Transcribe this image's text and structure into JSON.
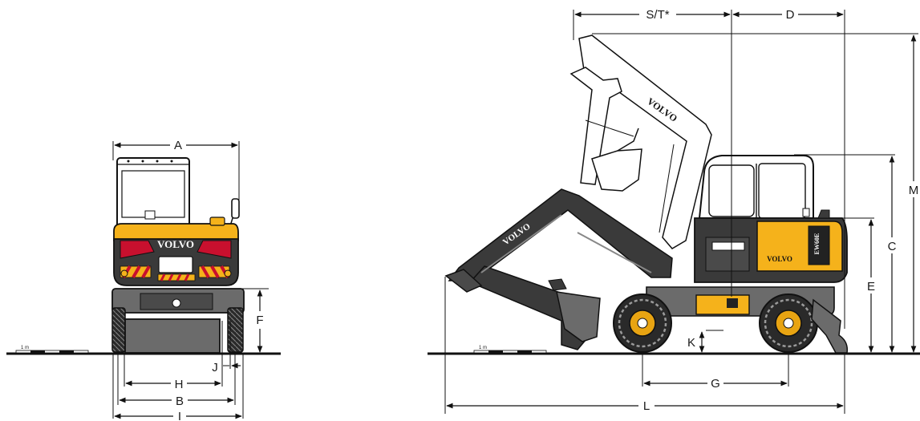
{
  "brand": "VOLVO",
  "model_badge": "EW60E",
  "scale_marker": "1 m",
  "colors": {
    "body_yellow": "#f5b21b",
    "machine_dark": "#3a3a3a",
    "machine_mid": "#6b6b6b",
    "outline": "#111111",
    "ghost_fill": "#ffffff",
    "ground": "#111111",
    "hub_yellow": "#e8a412"
  },
  "rear_view": {
    "dimensions": {
      "A": "A",
      "F": "F",
      "H": "H",
      "J": "J",
      "B": "B",
      "I": "I"
    }
  },
  "side_view": {
    "dimensions": {
      "S_T": "S/T*",
      "D": "D",
      "M": "M",
      "C": "C",
      "E": "E",
      "K": "K",
      "G": "G",
      "L": "L"
    }
  }
}
